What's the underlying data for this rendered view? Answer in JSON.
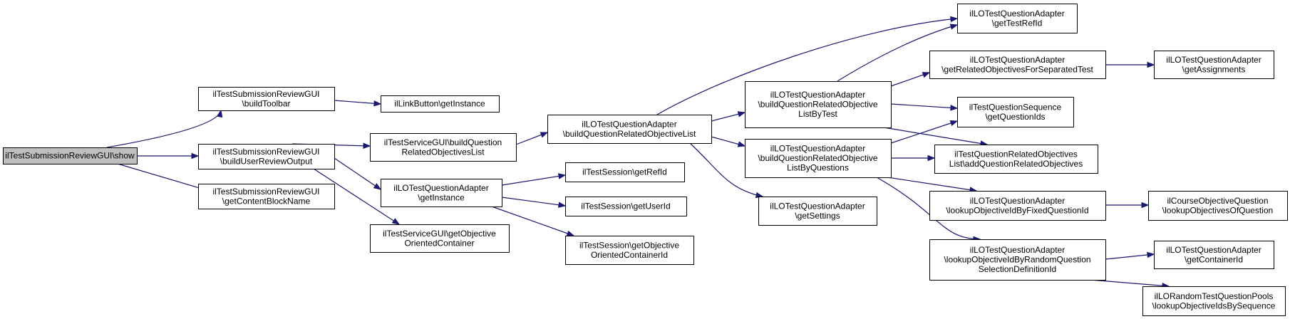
{
  "diagram": {
    "type": "call-graph",
    "colors": {
      "edge": "#191970",
      "node_border": "#000000",
      "node_fill": "#ffffff",
      "root_fill": "#bfbfbf"
    },
    "nodes": {
      "show": {
        "label": [
          "ilTestSubmissionReviewGUI\\show"
        ]
      },
      "buildToolbar": {
        "label": [
          "ilTestSubmissionReviewGUI",
          "\\buildToolbar"
        ]
      },
      "buildUserReviewOutput": {
        "label": [
          "ilTestSubmissionReviewGUI",
          "\\buildUserReviewOutput"
        ]
      },
      "getContentBlockName": {
        "label": [
          "ilTestSubmissionReviewGUI",
          "\\getContentBlockName"
        ]
      },
      "linkButtonGetInstance": {
        "label": [
          "ilLinkButton\\getInstance"
        ]
      },
      "serviceBuildList": {
        "label": [
          "ilTestServiceGUI\\buildQuestion",
          "RelatedObjectivesList"
        ]
      },
      "loAdapterGetInstance": {
        "label": [
          "ilLOTestQuestionAdapter",
          "\\getInstance"
        ]
      },
      "serviceGetContainer": {
        "label": [
          "ilTestServiceGUI\\getObjective",
          "OrientedContainer"
        ]
      },
      "loBuildList": {
        "label": [
          "ilLOTestQuestionAdapter",
          "\\buildQuestionRelatedObjectiveList"
        ]
      },
      "sessionGetRefId": {
        "label": [
          "ilTestSession\\getRefId"
        ]
      },
      "sessionGetUserId": {
        "label": [
          "ilTestSession\\getUserId"
        ]
      },
      "sessionGetContainerId": {
        "label": [
          "ilTestSession\\getObjective",
          "OrientedContainerId"
        ]
      },
      "loByTest": {
        "label": [
          "ilLOTestQuestionAdapter",
          "\\buildQuestionRelatedObjective",
          "ListByTest"
        ]
      },
      "loByQuestions": {
        "label": [
          "ilLOTestQuestionAdapter",
          "\\buildQuestionRelatedObjective",
          "ListByQuestions"
        ]
      },
      "loGetSettings": {
        "label": [
          "ilLOTestQuestionAdapter",
          "\\getSettings"
        ]
      },
      "loGetTestRefId": {
        "label": [
          "ilLOTestQuestionAdapter",
          "\\getTestRefId"
        ]
      },
      "loGetRelatedSeparated": {
        "label": [
          "ilLOTestQuestionAdapter",
          "\\getRelatedObjectivesForSeparatedTest"
        ]
      },
      "seqGetQuestionIds": {
        "label": [
          "ilTestQuestionSequence",
          "\\getQuestionIds"
        ]
      },
      "relAddObjectives": {
        "label": [
          "ilTestQuestionRelatedObjectives",
          "List\\addQuestionRelatedObjectives"
        ]
      },
      "loLookupFixed": {
        "label": [
          "ilLOTestQuestionAdapter",
          "\\lookupObjectiveIdByFixedQuestionId"
        ]
      },
      "loLookupRandom": {
        "label": [
          "ilLOTestQuestionAdapter",
          "\\lookupObjectiveIdByRandomQuestion",
          "SelectionDefinitionId"
        ]
      },
      "loGetAssignments": {
        "label": [
          "ilLOTestQuestionAdapter",
          "\\getAssignments"
        ]
      },
      "courseLookup": {
        "label": [
          "ilCourseObjectiveQuestion",
          "\\lookupObjectivesOfQuestion"
        ]
      },
      "loGetContainerId": {
        "label": [
          "ilLOTestQuestionAdapter",
          "\\getContainerId"
        ]
      },
      "poolsLookup": {
        "label": [
          "ilLORandomTestQuestionPools",
          "\\lookupObjectiveIdsBySequence"
        ]
      }
    },
    "edges": [
      [
        "show",
        "buildToolbar"
      ],
      [
        "show",
        "buildUserReviewOutput"
      ],
      [
        "show",
        "getContentBlockName"
      ],
      [
        "buildToolbar",
        "linkButtonGetInstance"
      ],
      [
        "buildUserReviewOutput",
        "serviceBuildList"
      ],
      [
        "buildUserReviewOutput",
        "loAdapterGetInstance"
      ],
      [
        "buildUserReviewOutput",
        "serviceGetContainer"
      ],
      [
        "serviceBuildList",
        "loBuildList"
      ],
      [
        "loAdapterGetInstance",
        "sessionGetRefId"
      ],
      [
        "loAdapterGetInstance",
        "sessionGetUserId"
      ],
      [
        "loAdapterGetInstance",
        "sessionGetContainerId"
      ],
      [
        "loBuildList",
        "loGetTestRefId"
      ],
      [
        "loBuildList",
        "loByTest"
      ],
      [
        "loBuildList",
        "loByQuestions"
      ],
      [
        "loBuildList",
        "loGetSettings"
      ],
      [
        "loByTest",
        "loGetTestRefId"
      ],
      [
        "loByTest",
        "loGetRelatedSeparated"
      ],
      [
        "loByTest",
        "seqGetQuestionIds"
      ],
      [
        "loByTest",
        "relAddObjectives"
      ],
      [
        "loByQuestions",
        "seqGetQuestionIds"
      ],
      [
        "loByQuestions",
        "relAddObjectives"
      ],
      [
        "loByQuestions",
        "loLookupFixed"
      ],
      [
        "loByQuestions",
        "loLookupRandom"
      ],
      [
        "loGetRelatedSeparated",
        "loGetAssignments"
      ],
      [
        "loLookupFixed",
        "courseLookup"
      ],
      [
        "loLookupRandom",
        "loGetContainerId"
      ],
      [
        "loLookupRandom",
        "poolsLookup"
      ]
    ]
  }
}
